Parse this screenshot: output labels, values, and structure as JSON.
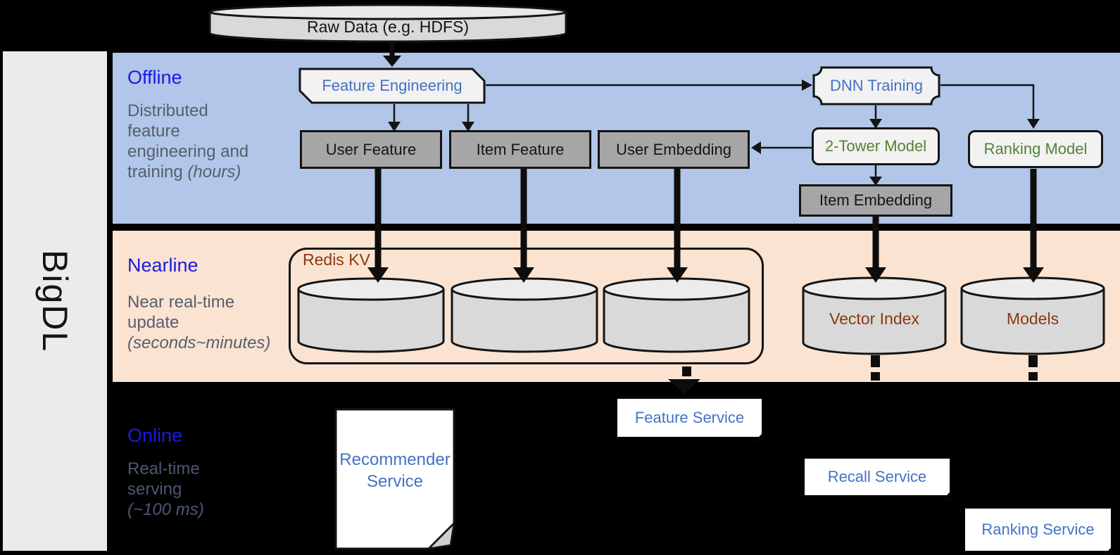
{
  "sidebar": {
    "brand": "BigDL"
  },
  "raw_data": {
    "label": "Raw Data (e.g. HDFS)"
  },
  "offline": {
    "title": "Offline",
    "desc1": "Distributed",
    "desc2": "feature",
    "desc3": "engineering and",
    "desc4": "training ",
    "desc4_italic": "(hours)",
    "nodes": {
      "feature_engineering": "Feature Engineering",
      "dnn_training": "DNN Training",
      "user_feature": "User Feature",
      "item_feature": "Item Feature",
      "user_embedding": "User Embedding",
      "two_tower_model": "2-Tower Model",
      "ranking_model": "Ranking Model",
      "item_embedding": "Item Embedding"
    }
  },
  "nearline": {
    "title": "Nearline",
    "desc1": "Near real-time",
    "desc2": "update",
    "desc3_italic": "(seconds~minutes)",
    "nodes": {
      "redis_kv": "Redis KV",
      "vector_index": "Vector Index",
      "models": "Models"
    }
  },
  "online": {
    "title": "Online",
    "desc1": "Real-time",
    "desc2": "serving",
    "desc3_italic": "(~100 ms)",
    "nodes": {
      "recommender_line1": "Recommender",
      "recommender_line2": "Service",
      "feature_service": "Feature Service",
      "recall_service": "Recall Service",
      "ranking_service": "Ranking Service"
    }
  },
  "colors": {
    "band_offline": "#b1c6e8",
    "band_nearline": "#fbe3d1",
    "section_title_blue": "#1b1be0",
    "body_text_gray": "#565f6e",
    "shape_text_blue": "#4472c4",
    "model_text_green": "#548235",
    "storage_text_brown": "#8a3a10",
    "node_gray_fill": "#a6a6a6",
    "shape_light_fill": "#f2f2f2",
    "cylinder_fill": "#d9d9d9",
    "background": "#000000"
  }
}
